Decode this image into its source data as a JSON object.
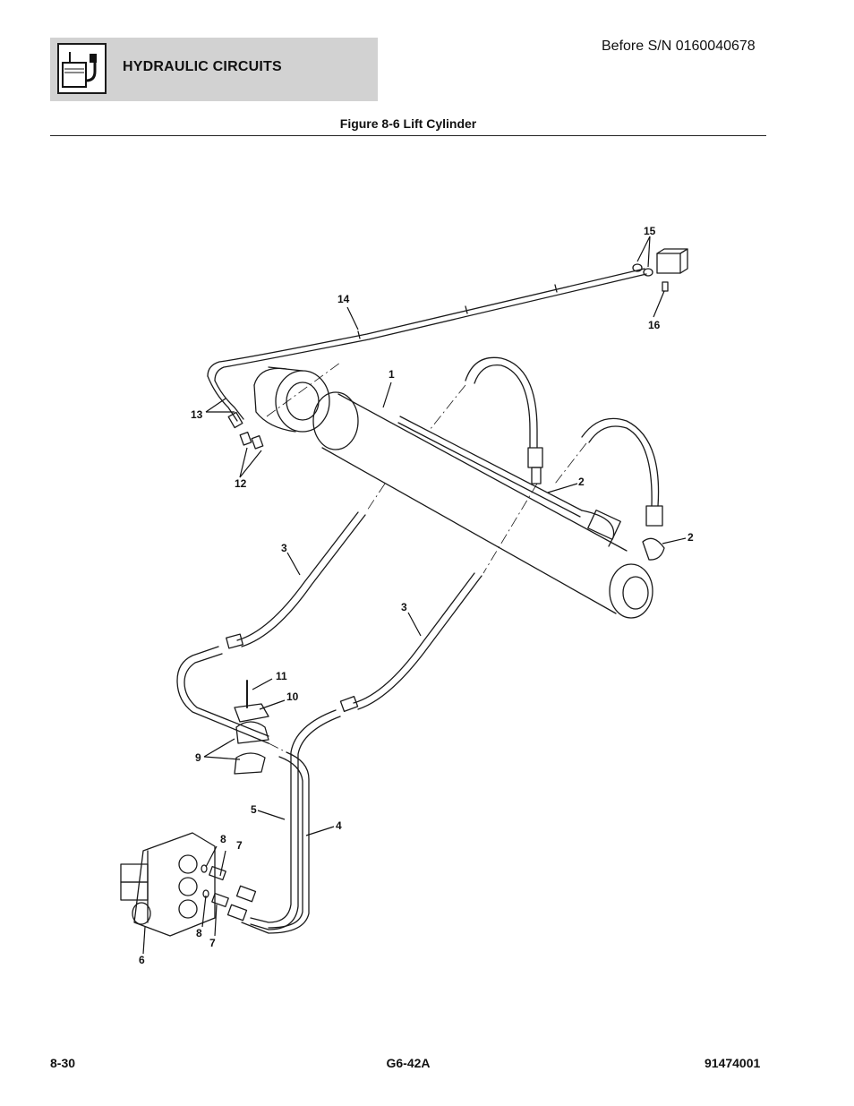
{
  "header": {
    "section_title": "HYDRAULIC CIRCUITS",
    "serial_note": "Before S/N 0160040678",
    "icon": "hydraulic-reservoir-icon"
  },
  "figure": {
    "title": "Figure 8-6 Lift Cylinder",
    "callouts": {
      "c1": "1",
      "c2a": "2",
      "c2b": "2",
      "c3a": "3",
      "c3b": "3",
      "c4": "4",
      "c5": "5",
      "c6": "6",
      "c7a": "7",
      "c7b": "7",
      "c8a": "8",
      "c8b": "8",
      "c9": "9",
      "c10": "10",
      "c11": "11",
      "c12": "12",
      "c13": "13",
      "c14": "14",
      "c15": "15",
      "c16": "16"
    }
  },
  "footer": {
    "page_number": "8-30",
    "model": "G6-42A",
    "doc_number": "91474001"
  }
}
